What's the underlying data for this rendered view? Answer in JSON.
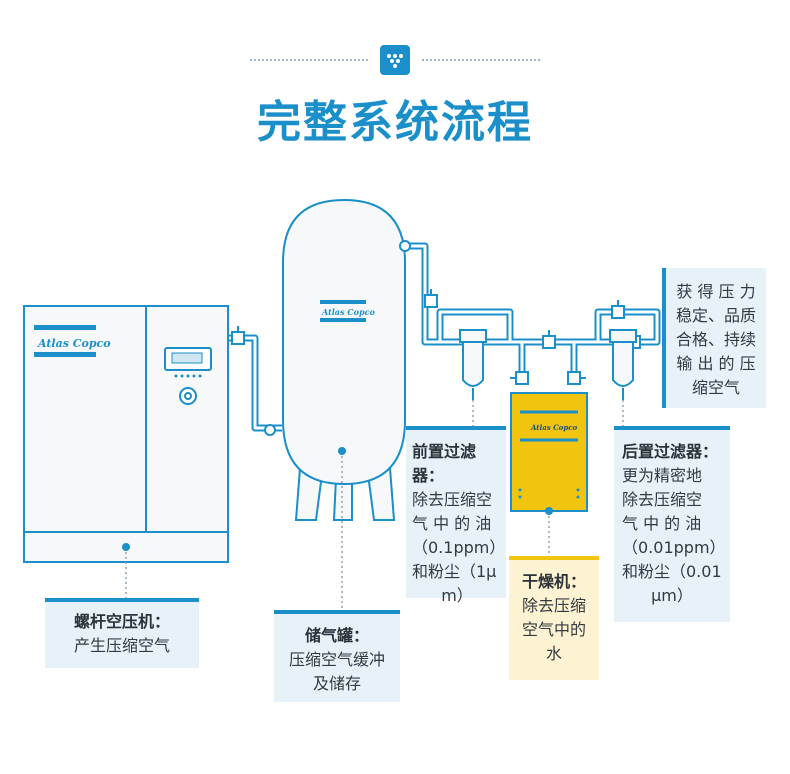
{
  "title": "完整系统流程",
  "brand": "Atlas Copco",
  "colors": {
    "accent": "#1a8fc9",
    "card_bg": "#e6f1f8",
    "dryer_yellow": "#f1c40f",
    "dryer_card_bg": "#fdf3d2"
  },
  "components": {
    "compressor": {
      "title": "螺杆空压机：",
      "lines": [
        "产生压缩空气"
      ]
    },
    "tank": {
      "title": "储气罐：",
      "lines": [
        "压缩空气缓冲",
        "及储存"
      ]
    },
    "pre_filter": {
      "title": "前置过滤器：",
      "lines": [
        "除去压缩空",
        "气 中 的 油",
        "（0.1ppm）",
        "和粉尘（1μ",
        "m）"
      ]
    },
    "dryer": {
      "title": "干燥机：",
      "lines": [
        "除去压缩",
        "空气中的",
        "水"
      ]
    },
    "post_filter": {
      "title": "后置过滤器：",
      "lines": [
        "更为精密地",
        "除去压缩空",
        "气 中 的 油",
        "（0.01ppm）",
        "和粉尘（0.01",
        "μm）"
      ]
    },
    "result": {
      "lines": [
        "获 得 压 力",
        "稳定、品质",
        "合格、持续",
        "输 出 的 压",
        "缩空气"
      ]
    }
  }
}
